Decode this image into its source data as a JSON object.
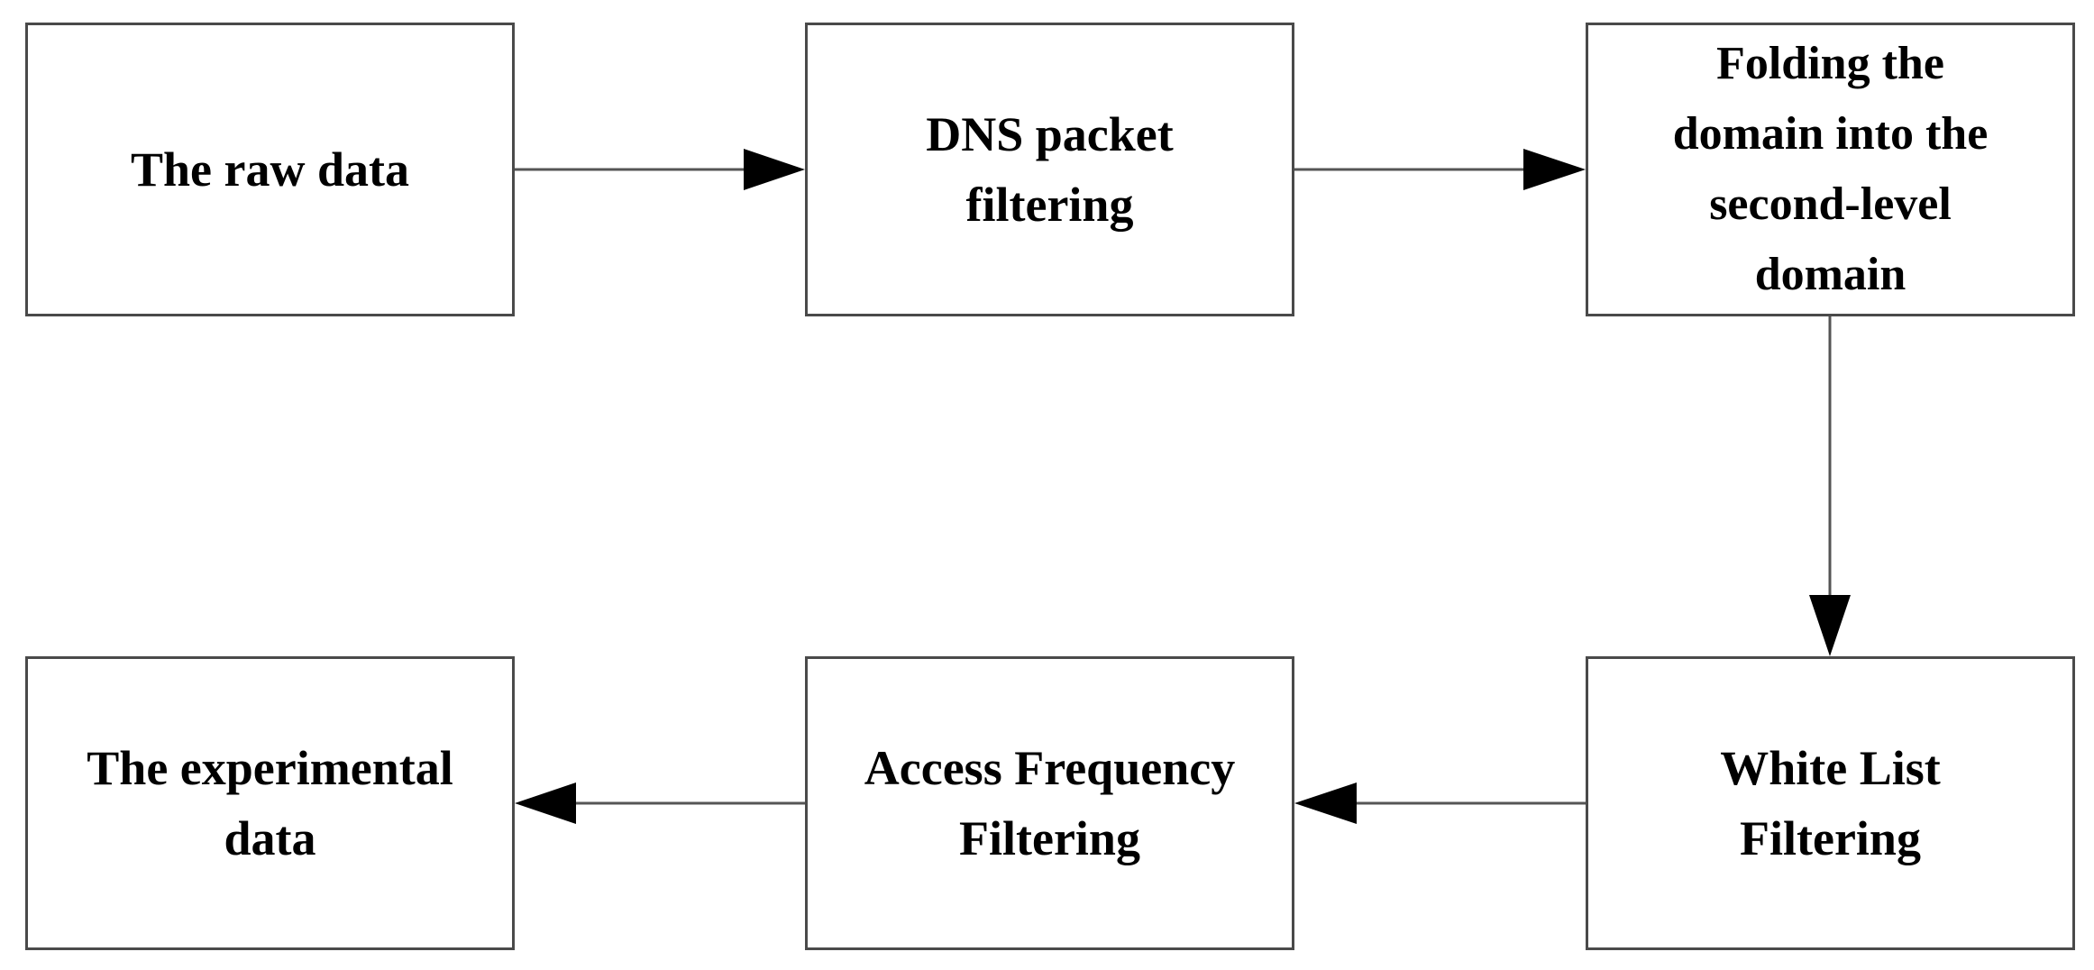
{
  "diagram": {
    "nodes": [
      {
        "id": "raw_data",
        "label": "The raw data"
      },
      {
        "id": "dns_filtering",
        "label": "DNS packet\nfiltering"
      },
      {
        "id": "folding",
        "label": "Folding the\ndomain into the\nsecond-level\ndomain"
      },
      {
        "id": "white_list",
        "label": "White List\nFiltering"
      },
      {
        "id": "access_frequency",
        "label": "Access Frequency\nFiltering"
      },
      {
        "id": "experimental_data",
        "label": "The experimental\ndata"
      }
    ],
    "edges": [
      {
        "from": "raw_data",
        "to": "dns_filtering"
      },
      {
        "from": "dns_filtering",
        "to": "folding"
      },
      {
        "from": "folding",
        "to": "white_list"
      },
      {
        "from": "white_list",
        "to": "access_frequency"
      },
      {
        "from": "access_frequency",
        "to": "experimental_data"
      }
    ],
    "colors": {
      "box_border": "#4a4a4a",
      "text": "#000000",
      "arrow": "#000000",
      "background": "#ffffff"
    }
  }
}
